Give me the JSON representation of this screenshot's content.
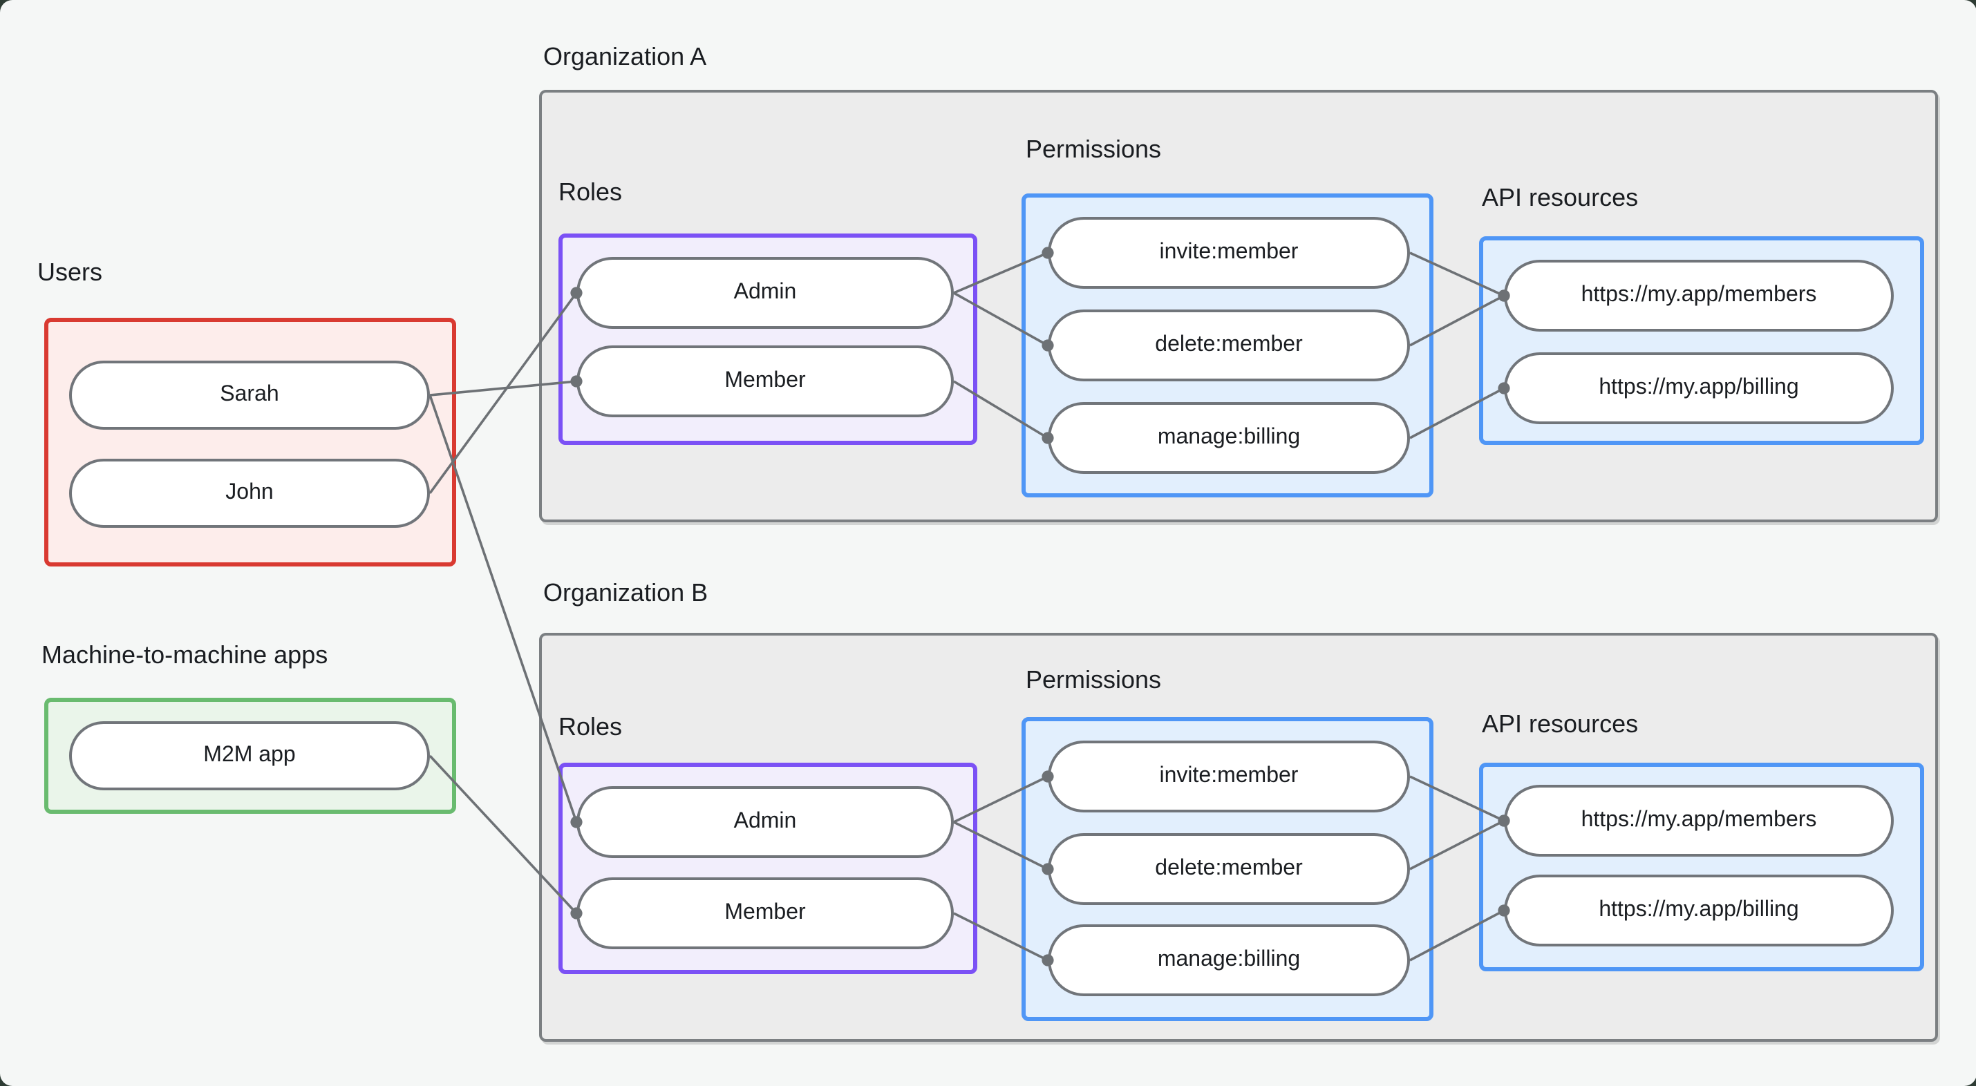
{
  "colors": {
    "canvas-bg": "#f5f7f6",
    "outside-bg": "#2e3c34",
    "org-fill": "#ececec",
    "org-border": "#7b7f82",
    "users-border": "#d93a31",
    "users-fill": "#fdedeb",
    "m2m-border": "#69bb6f",
    "m2m-fill": "#eaf5ea",
    "roles-border": "#7b51f5",
    "roles-fill": "#f2eefc",
    "blue-border": "#4f96f6",
    "blue-fill": "#e2effd",
    "node-border": "#71757a",
    "line": "#6d7175",
    "text": "#1a1d21"
  },
  "users_panel": {
    "title": "Users",
    "items": [
      {
        "label": "Sarah"
      },
      {
        "label": "John"
      }
    ]
  },
  "m2m_panel": {
    "title": "Machine-to-machine apps",
    "items": [
      {
        "label": "M2M app"
      }
    ]
  },
  "org_a": {
    "title": "Organization A",
    "roles": {
      "title": "Roles",
      "items": [
        {
          "label": "Admin"
        },
        {
          "label": "Member"
        }
      ]
    },
    "permissions": {
      "title": "Permissions",
      "items": [
        {
          "label": "invite:member"
        },
        {
          "label": "delete:member"
        },
        {
          "label": "manage:billing"
        }
      ]
    },
    "api_resources": {
      "title": "API resources",
      "items": [
        {
          "label": "https://my.app/members"
        },
        {
          "label": "https://my.app/billing"
        }
      ]
    }
  },
  "org_b": {
    "title": "Organization B",
    "roles": {
      "title": "Roles",
      "items": [
        {
          "label": "Admin"
        },
        {
          "label": "Member"
        }
      ]
    },
    "permissions": {
      "title": "Permissions",
      "items": [
        {
          "label": "invite:member"
        },
        {
          "label": "delete:member"
        },
        {
          "label": "manage:billing"
        }
      ]
    },
    "api_resources": {
      "title": "API resources",
      "items": [
        {
          "label": "https://my.app/members"
        },
        {
          "label": "https://my.app/billing"
        }
      ]
    }
  },
  "connections": [
    {
      "from": "user-sarah",
      "to": "orga-role-member"
    },
    {
      "from": "user-john",
      "to": "orga-role-admin"
    },
    {
      "from": "orga-role-admin",
      "to": "orga-perm-invite"
    },
    {
      "from": "orga-role-admin",
      "to": "orga-perm-delete"
    },
    {
      "from": "orga-role-member",
      "to": "orga-perm-manage"
    },
    {
      "from": "orga-perm-invite",
      "to": "orga-api-members"
    },
    {
      "from": "orga-perm-delete",
      "to": "orga-api-members"
    },
    {
      "from": "orga-perm-manage",
      "to": "orga-api-billing"
    },
    {
      "from": "user-sarah",
      "to": "orgb-role-admin"
    },
    {
      "from": "m2m-app",
      "to": "orgb-role-member"
    },
    {
      "from": "orgb-role-admin",
      "to": "orgb-perm-invite"
    },
    {
      "from": "orgb-role-admin",
      "to": "orgb-perm-delete"
    },
    {
      "from": "orgb-role-member",
      "to": "orgb-perm-manage"
    },
    {
      "from": "orgb-perm-invite",
      "to": "orgb-api-members"
    },
    {
      "from": "orgb-perm-delete",
      "to": "orgb-api-members"
    },
    {
      "from": "orgb-perm-manage",
      "to": "orgb-api-billing"
    }
  ]
}
